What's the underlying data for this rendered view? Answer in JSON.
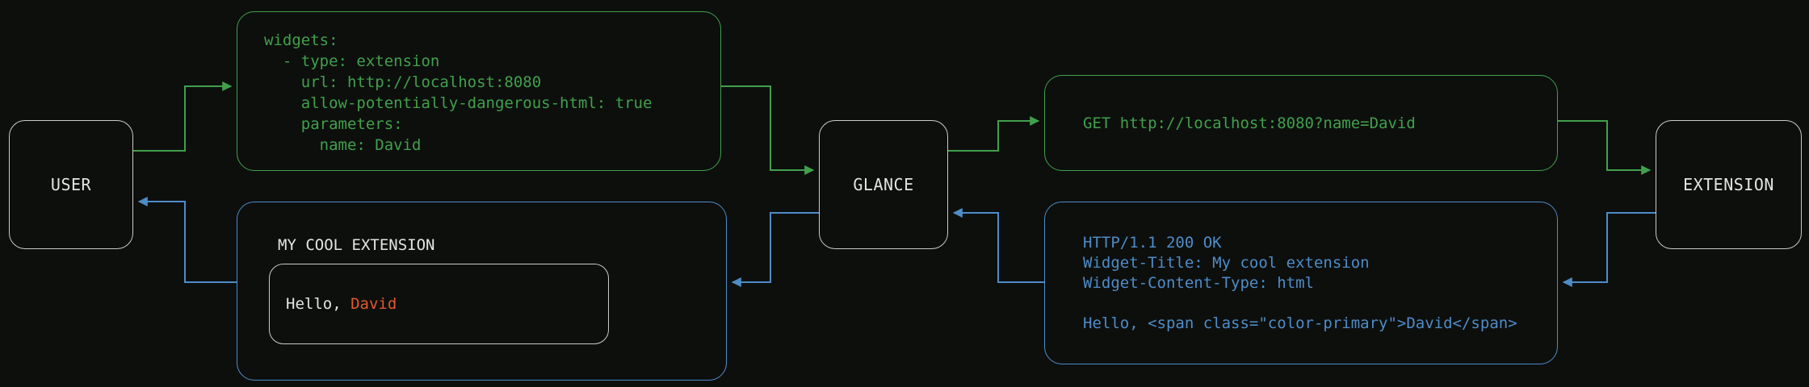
{
  "colors": {
    "bg": "#0d0f0d",
    "green": "#41a04b",
    "blue": "#4e8cc8",
    "orange": "#e2592d",
    "text": "#e4e4e4",
    "node_border": "#c9c9c9"
  },
  "nodes": {
    "user": {
      "label": "USER"
    },
    "glance": {
      "label": "GLANCE"
    },
    "extension": {
      "label": "EXTENSION"
    }
  },
  "boxes": {
    "widgets_config": {
      "code": "widgets:\n  - type: extension\n    url: http://localhost:8080\n    allow-potentially-dangerous-html: true\n    parameters:\n      name: David"
    },
    "get_request": {
      "code": "GET http://localhost:8080?name=David"
    },
    "http_response": {
      "code": "HTTP/1.1 200 OK\nWidget-Title: My cool extension\nWidget-Content-Type: html\n\nHello, <span class=\"color-primary\">David</span>"
    },
    "rendered_widget": {
      "title": "MY COOL EXTENSION",
      "greeting_prefix": "Hello, ",
      "greeting_name": "David"
    }
  }
}
